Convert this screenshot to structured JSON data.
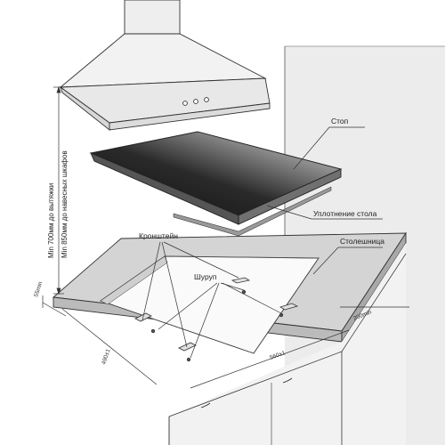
{
  "labels": {
    "hob": "Стоп",
    "seal": "Уплотнение стола",
    "worktop": "Столешница",
    "bracket": "Кронштейн",
    "screw": "Шуруп"
  },
  "vertical_notes": {
    "hood_distance": "Min 700мм до вытяжки",
    "cabinet_distance": "Min 850мм до навесных шкафов"
  },
  "dimensions": {
    "front_offset": "55min",
    "cutout_depth": "490±1",
    "cutout_width": "560±1",
    "side_clearance": "200min"
  },
  "colors": {
    "line": "#333333",
    "glass_dark": "#1a1a1a",
    "glass_light": "#bdbdbd",
    "worktop": "#d4d4d4",
    "wall": "#e6e6e6"
  }
}
